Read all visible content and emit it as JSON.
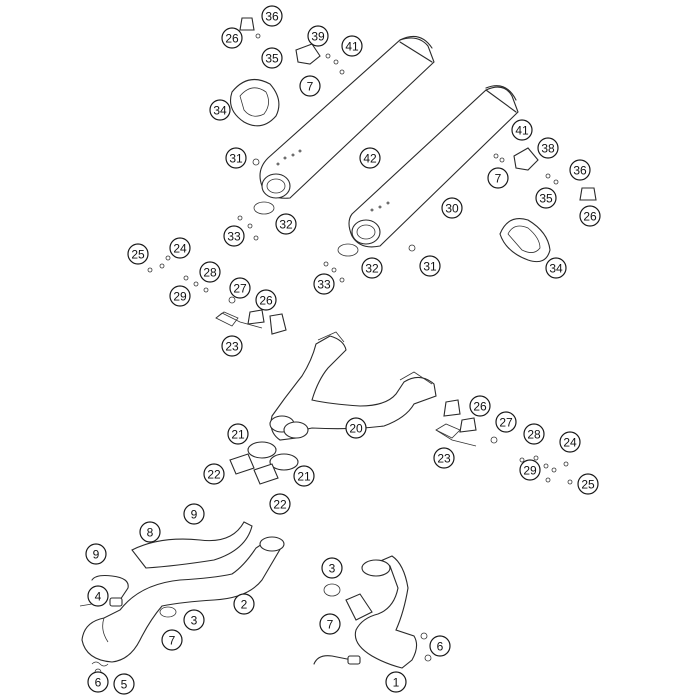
{
  "callouts": [
    {
      "id": "c36a",
      "label": "36"
    },
    {
      "id": "c26a",
      "label": "26"
    },
    {
      "id": "c35a",
      "label": "35"
    },
    {
      "id": "c39",
      "label": "39"
    },
    {
      "id": "c41a",
      "label": "41"
    },
    {
      "id": "c7a",
      "label": "7"
    },
    {
      "id": "c34a",
      "label": "34"
    },
    {
      "id": "c31a",
      "label": "31"
    },
    {
      "id": "c42",
      "label": "42"
    },
    {
      "id": "c32a",
      "label": "32"
    },
    {
      "id": "c33a",
      "label": "33"
    },
    {
      "id": "c41b",
      "label": "41"
    },
    {
      "id": "c38",
      "label": "38"
    },
    {
      "id": "c7b",
      "label": "7"
    },
    {
      "id": "c36b",
      "label": "36"
    },
    {
      "id": "c35b",
      "label": "35"
    },
    {
      "id": "c26b",
      "label": "26"
    },
    {
      "id": "c30",
      "label": "30"
    },
    {
      "id": "c34b",
      "label": "34"
    },
    {
      "id": "c32b",
      "label": "32"
    },
    {
      "id": "c31b",
      "label": "31"
    },
    {
      "id": "c33b",
      "label": "33"
    },
    {
      "id": "c25a",
      "label": "25"
    },
    {
      "id": "c24a",
      "label": "24"
    },
    {
      "id": "c28a",
      "label": "28"
    },
    {
      "id": "c29a",
      "label": "29"
    },
    {
      "id": "c27a",
      "label": "27"
    },
    {
      "id": "c26c",
      "label": "26"
    },
    {
      "id": "c23a",
      "label": "23"
    },
    {
      "id": "c20",
      "label": "20"
    },
    {
      "id": "c26d",
      "label": "26"
    },
    {
      "id": "c27b",
      "label": "27"
    },
    {
      "id": "c23b",
      "label": "23"
    },
    {
      "id": "c28b",
      "label": "28"
    },
    {
      "id": "c24b",
      "label": "24"
    },
    {
      "id": "c29b",
      "label": "29"
    },
    {
      "id": "c25b",
      "label": "25"
    },
    {
      "id": "c21a",
      "label": "21"
    },
    {
      "id": "c22a",
      "label": "22"
    },
    {
      "id": "c21b",
      "label": "21"
    },
    {
      "id": "c22b",
      "label": "22"
    },
    {
      "id": "c9a",
      "label": "9"
    },
    {
      "id": "c8",
      "label": "8"
    },
    {
      "id": "c9b",
      "label": "9"
    },
    {
      "id": "c4",
      "label": "4"
    },
    {
      "id": "c2",
      "label": "2"
    },
    {
      "id": "c3a",
      "label": "3"
    },
    {
      "id": "c7c",
      "label": "7"
    },
    {
      "id": "c6a",
      "label": "6"
    },
    {
      "id": "c5",
      "label": "5"
    },
    {
      "id": "c3b",
      "label": "3"
    },
    {
      "id": "c7d",
      "label": "7"
    },
    {
      "id": "c6b",
      "label": "6"
    },
    {
      "id": "c1",
      "label": "1"
    }
  ]
}
